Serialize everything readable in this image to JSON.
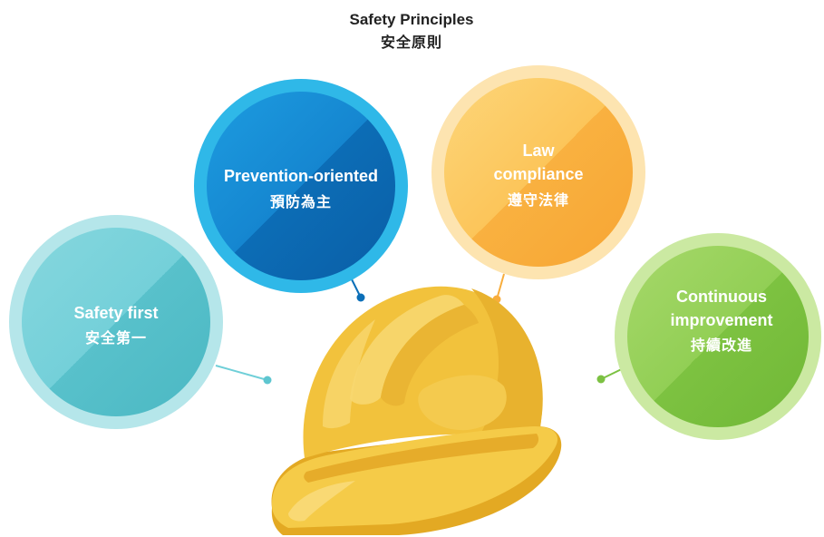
{
  "title": "Safety Principles",
  "title_zh": "安全原則",
  "principles": [
    {
      "en_line1": "Safety first",
      "zh": "安全第一",
      "color": "#5ec6d0"
    },
    {
      "en_line1": "Prevention-oriented",
      "zh": "預防為主",
      "color": "#0b6fb8"
    },
    {
      "en_line1": "Law",
      "en_line2": "compliance",
      "zh": "遵守法律",
      "color": "#f8ad3c"
    },
    {
      "en_line1": "Continuous",
      "en_line2": "improvement",
      "zh": "持續改進",
      "color": "#7cc142"
    }
  ],
  "hat": {
    "icon": "hard-hat-icon",
    "color": "#f2c23c"
  }
}
